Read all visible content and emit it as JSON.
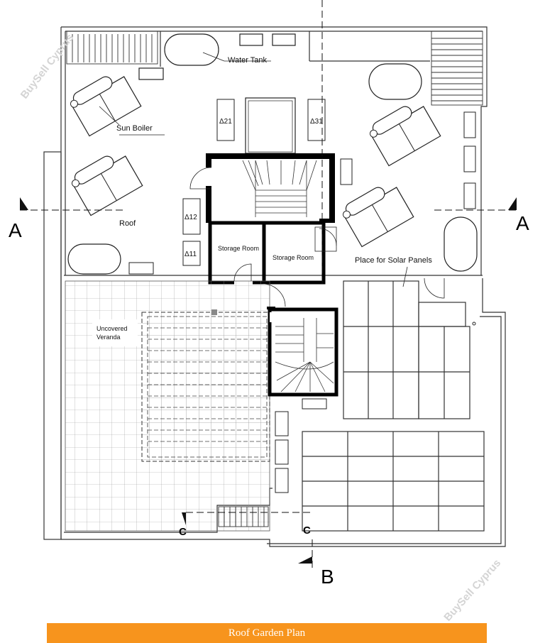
{
  "labels": {
    "water_tank": "Water Tank",
    "sun_boiler": "Sun Boiler",
    "roof": "Roof",
    "storage_room_1": "Storage Room",
    "storage_room_2": "Storage Room",
    "solar_panels": "Place for Solar Panels",
    "veranda_line1": "Uncovered",
    "veranda_line2": "Veranda",
    "d21": "Δ21",
    "d31": "Δ31",
    "d12": "Δ12",
    "d11": "Δ11"
  },
  "sections": {
    "a_left": "A",
    "a_right": "A",
    "b": "B",
    "c_left": "C",
    "c_right": "C"
  },
  "watermark": "BuySell Cyprus",
  "title": "Roof Garden Plan"
}
